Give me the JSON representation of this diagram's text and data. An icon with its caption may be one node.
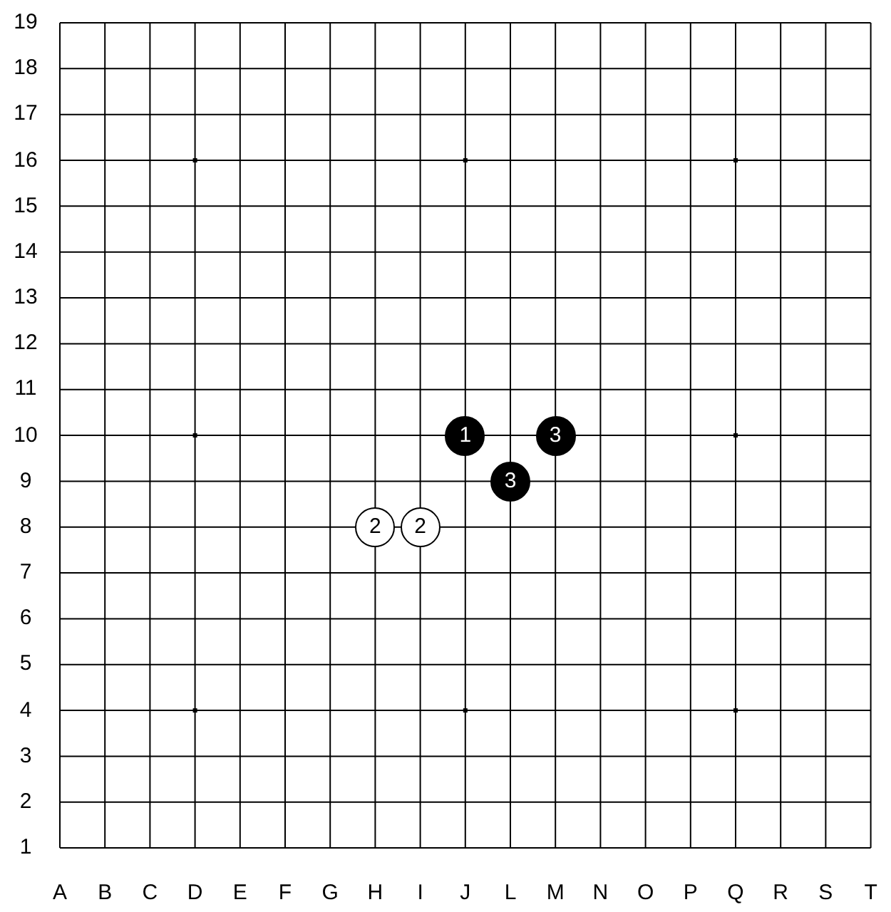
{
  "diagram": {
    "nodes": [
      {
        "text": [
          "1"
        ]
      },
      {
        "text": [
          "3"
        ]
      },
      {
        "text": [
          "3"
        ]
      },
      {
        "text": [
          "2"
        ]
      },
      {
        "text": [
          "2"
        ]
      }
    ],
    "labels": [
      "19",
      "18",
      "17",
      "16",
      "15",
      "14",
      "13",
      "12",
      "11",
      "10",
      "9",
      "8",
      "7",
      "6",
      "5",
      "4",
      "3",
      "2",
      "1",
      "A",
      "B",
      "C",
      "D",
      "E",
      "F",
      "G",
      "H",
      "I",
      "J",
      "L",
      "M",
      "N",
      "O",
      "P",
      "Q",
      "R",
      "S",
      "T"
    ]
  }
}
